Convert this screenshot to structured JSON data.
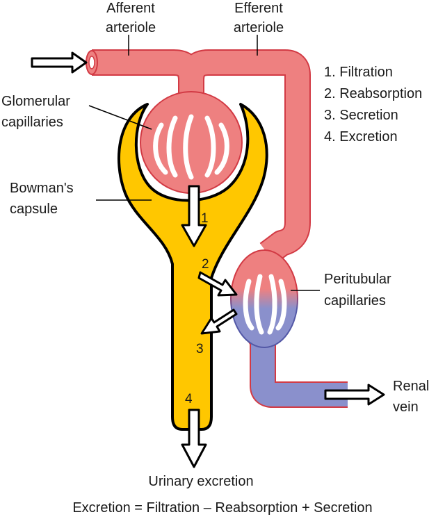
{
  "colors": {
    "artery": "#ee8080",
    "artery_dark": "#d23a44",
    "vein": "#8a90cc",
    "vein_dark": "#5358a6",
    "capsule": "#ffc700",
    "outline": "#000000"
  },
  "labels": {
    "afferent": [
      "Afferent",
      "arteriole"
    ],
    "efferent": [
      "Efferent",
      "arteriole"
    ],
    "glomerular": [
      "Glomerular",
      "capillaries"
    ],
    "bowmans": [
      "Bowman's",
      "capsule"
    ],
    "peritubular": [
      "Peritubular",
      "capillaries"
    ],
    "renal_vein": [
      "Renal",
      "vein"
    ],
    "urinary": "Urinary excretion",
    "equation": "Excretion = Filtration – Reabsorption + Secretion"
  },
  "processes": [
    "1. Filtration",
    "2. Reabsorption",
    "3. Secretion",
    "4. Excretion"
  ],
  "markers": [
    "1",
    "2",
    "3",
    "4"
  ]
}
